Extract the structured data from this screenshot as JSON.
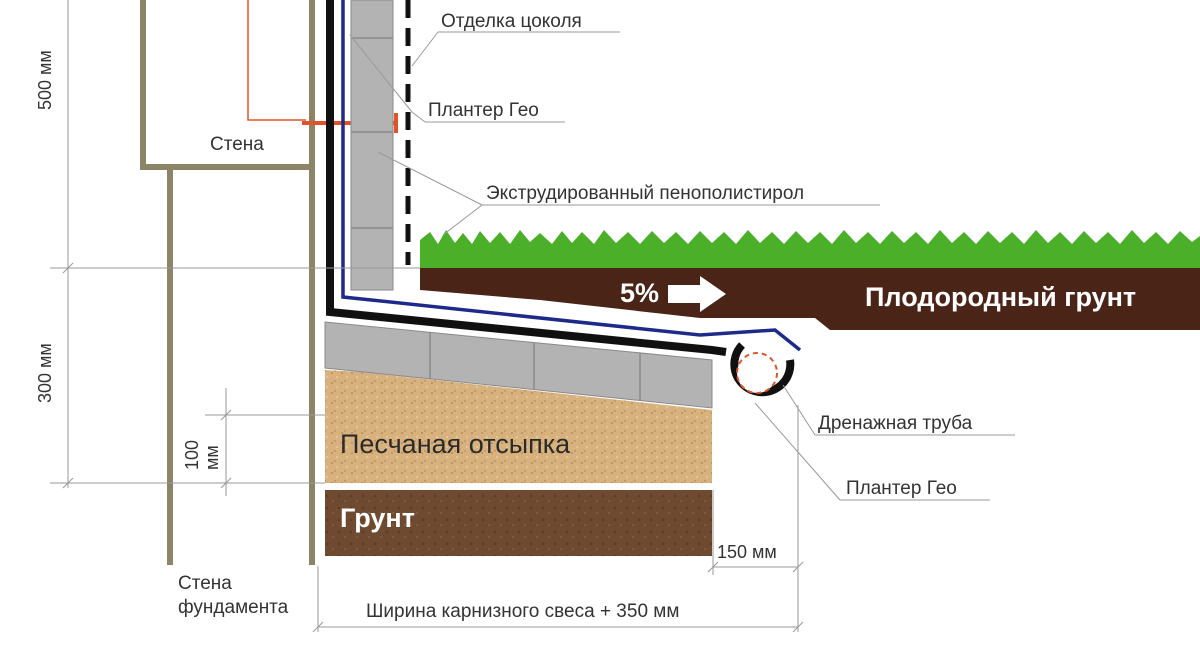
{
  "labels": {
    "plinth_finish": "Отделка цоколя",
    "planter_geo_top": "Плантер Гео",
    "wall": "Стена",
    "xps": "Экструдированный пенополистирол",
    "fertile_soil": "Плодородный грунт",
    "slope": "5%",
    "sand_fill": "Песчаная отсыпка",
    "soil": "Грунт",
    "drain_pipe": "Дренажная труба",
    "planter_geo_bottom": "Плантер Гео",
    "foundation_wall_line1": "Стена",
    "foundation_wall_line2": "фундамента"
  },
  "dimensions": {
    "d500": "500 мм",
    "d300": "300 мм",
    "d100_line1": "100",
    "d100_line2": "мм",
    "d150": "150 мм",
    "overhang": "Ширина карнизного свеса + 350 мм"
  },
  "colors": {
    "wall_outline": "#8b8466",
    "grass": "#4caf2a",
    "fertile_soil": "#4a2417",
    "sand": "#d7b27f",
    "soil": "#6e4a30",
    "insulation": "#b3b3b3",
    "membrane": "#101010",
    "geo_line": "#1e2a8a",
    "anchor": "#e1542b"
  }
}
